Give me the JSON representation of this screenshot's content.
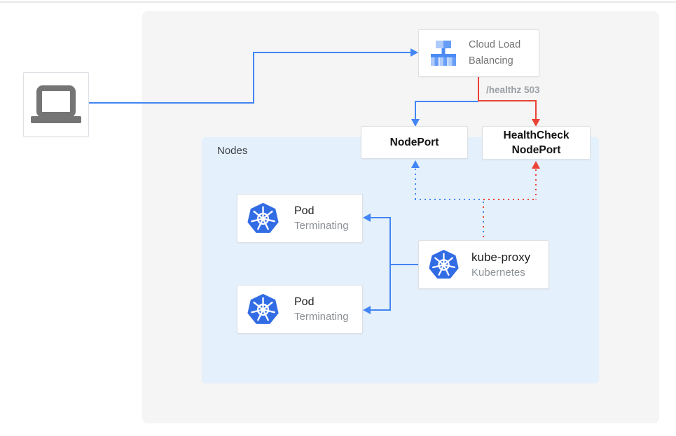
{
  "nodes_panel": {
    "label": "Nodes"
  },
  "client": {
    "icon": "laptop-icon"
  },
  "cloud_load_balancing": {
    "label": "Cloud Load Balancing",
    "icon": "cloud-load-balancing-icon"
  },
  "healthz_label": "/healthz 503",
  "nodeport": {
    "label": "NodePort"
  },
  "healthcheck_nodeport": {
    "label": "HealthCheck NodePort"
  },
  "pods": [
    {
      "title": "Pod",
      "status": "Terminating",
      "icon": "kubernetes-icon"
    },
    {
      "title": "Pod",
      "status": "Terminating",
      "icon": "kubernetes-icon"
    }
  ],
  "kube_proxy": {
    "title": "kube-proxy",
    "subtitle": "Kubernetes",
    "icon": "kubernetes-icon"
  },
  "colors": {
    "blue": "#4285f4",
    "red": "#ea4335",
    "nodes_panel_bg": "#e4f0fb",
    "outer_panel_bg": "#f5f5f5",
    "kubernetes_blue": "#326ce5",
    "gray_text": "#757575"
  }
}
